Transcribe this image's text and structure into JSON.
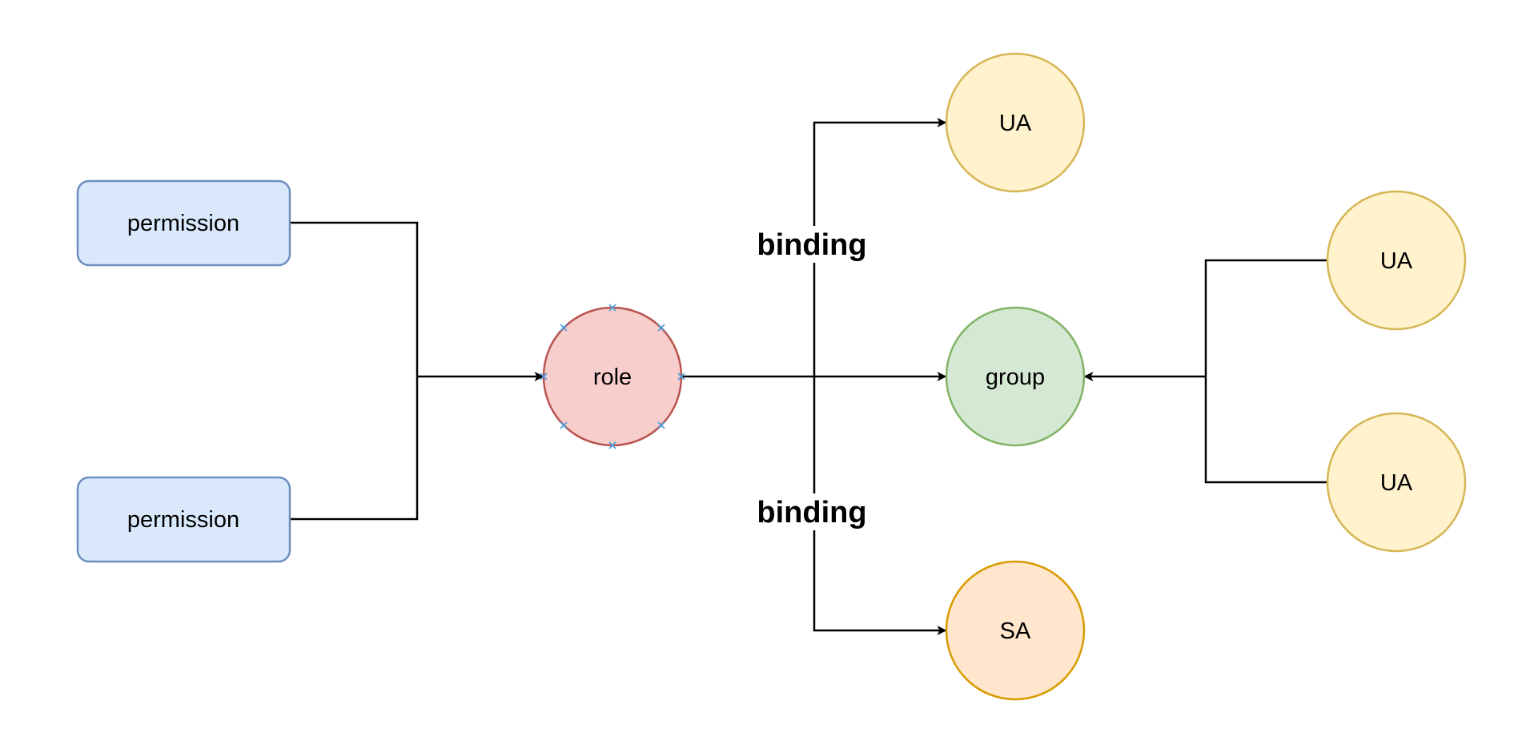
{
  "nodes": {
    "permission_top": {
      "label": "permission",
      "fill": "#dae8fc",
      "stroke": "#6c8ebf"
    },
    "permission_bottom": {
      "label": "permission",
      "fill": "#dae8fc",
      "stroke": "#6c8ebf"
    },
    "role": {
      "label": "role",
      "fill": "#f8cecc",
      "stroke": "#b85450"
    },
    "group": {
      "label": "group",
      "fill": "#d5e8d4",
      "stroke": "#82b366"
    },
    "ua_top": {
      "label": "UA",
      "fill": "#fff2cc",
      "stroke": "#d6b656"
    },
    "ua_right_top": {
      "label": "UA",
      "fill": "#fff2cc",
      "stroke": "#d6b656"
    },
    "ua_right_bottom": {
      "label": "UA",
      "fill": "#fff2cc",
      "stroke": "#d6b656"
    },
    "sa": {
      "label": "SA",
      "fill": "#ffe6cc",
      "stroke": "#d79b00"
    }
  },
  "edge_labels": {
    "binding_top": "binding",
    "binding_bottom": "binding"
  },
  "colors": {
    "edge": "#000000",
    "selection_handle": "#4a9fe0"
  }
}
